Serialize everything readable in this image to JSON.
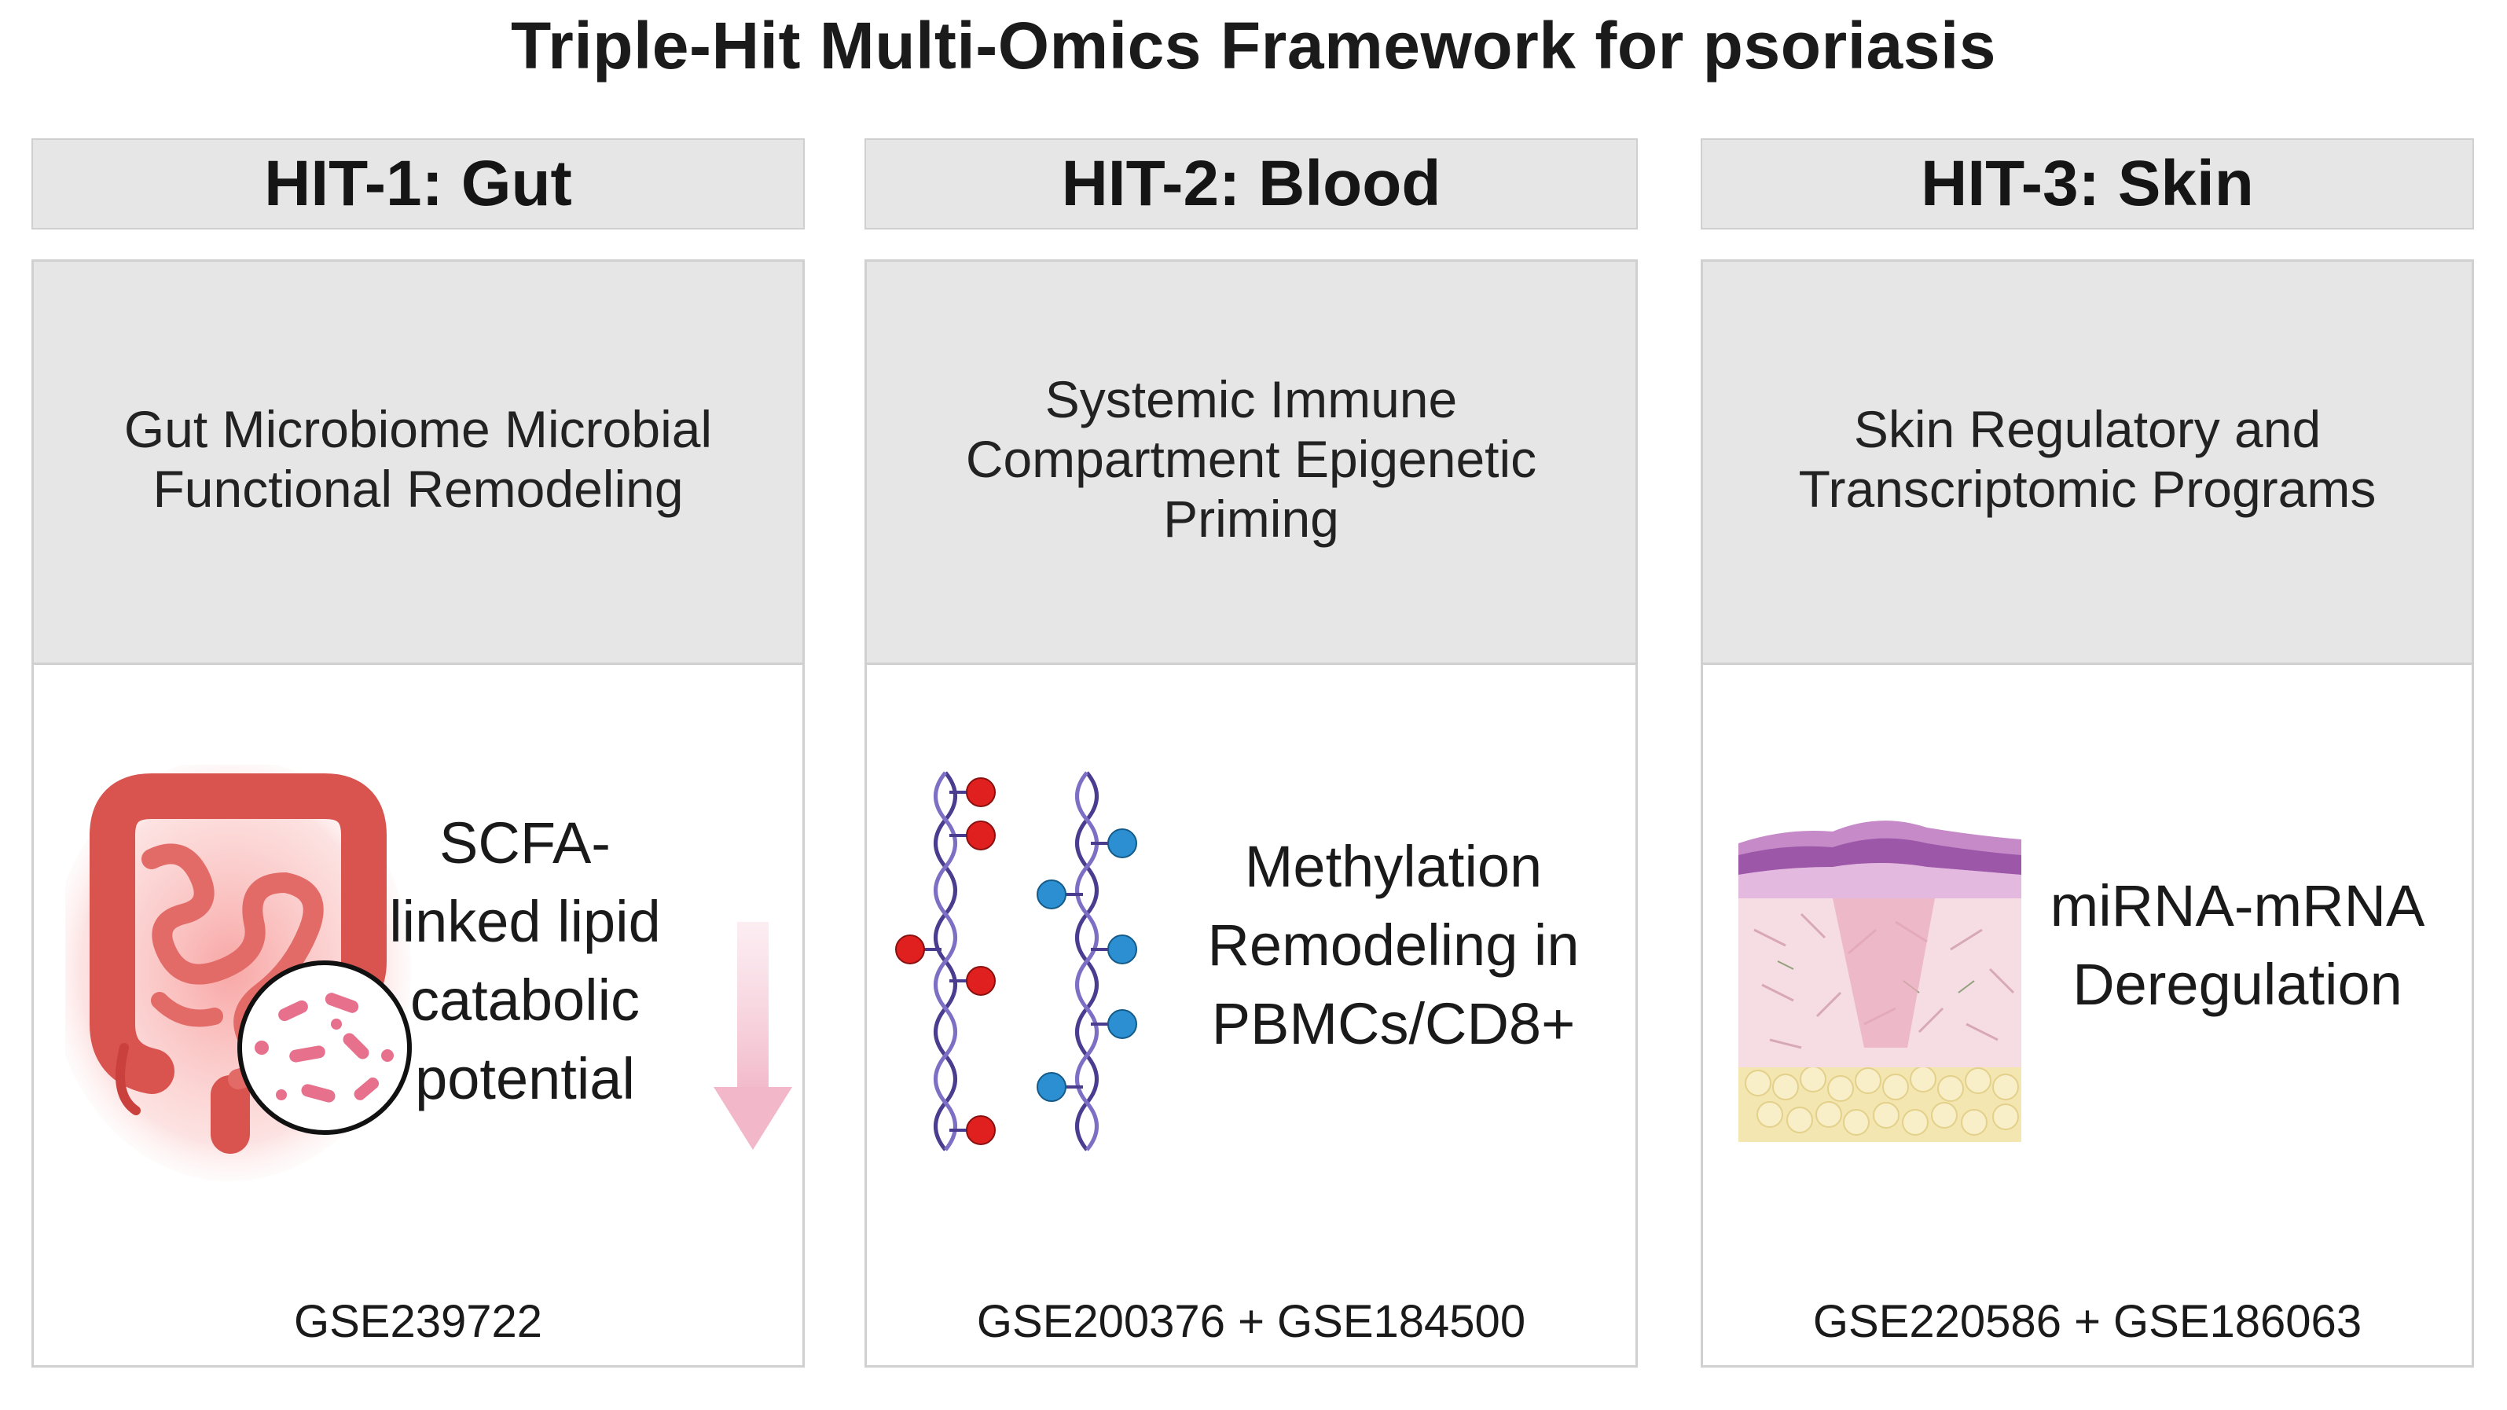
{
  "title": "Triple-Hit Multi-Omics Framework for psoriasis",
  "hits": [
    {
      "header": "HIT-1: Gut",
      "description": "Gut Microbiome Microbial Functional Remodeling",
      "finding": "SCFA-linked lipid catabolic potential",
      "datasets": "GSE239722",
      "icon": "intestine-microbiome-icon",
      "arrow": "down-arrow-icon"
    },
    {
      "header": "HIT-2: Blood",
      "description": "Systemic Immune Compartment Epigenetic Priming",
      "finding": "Methylation Remodeling in PBMCs/CD8+",
      "datasets": "GSE200376 + GSE184500",
      "icon": "dna-methylation-icon"
    },
    {
      "header": "HIT-3: Skin",
      "description": "Skin Regulatory and Transcriptomic Programs",
      "finding": "miRNA-mRNA Deregulation",
      "datasets": "GSE220586 + GSE186063",
      "icon": "skin-cross-section-icon"
    }
  ],
  "colors": {
    "header_bg": "#e6e6e6",
    "border": "#d0d0d0",
    "gut_red": "#d9534f",
    "methyl_red": "#e0201f",
    "methyl_blue": "#2b8fd1",
    "dna_strand": "#4a3d8f",
    "arrow_pink": "#f2b8c9"
  }
}
